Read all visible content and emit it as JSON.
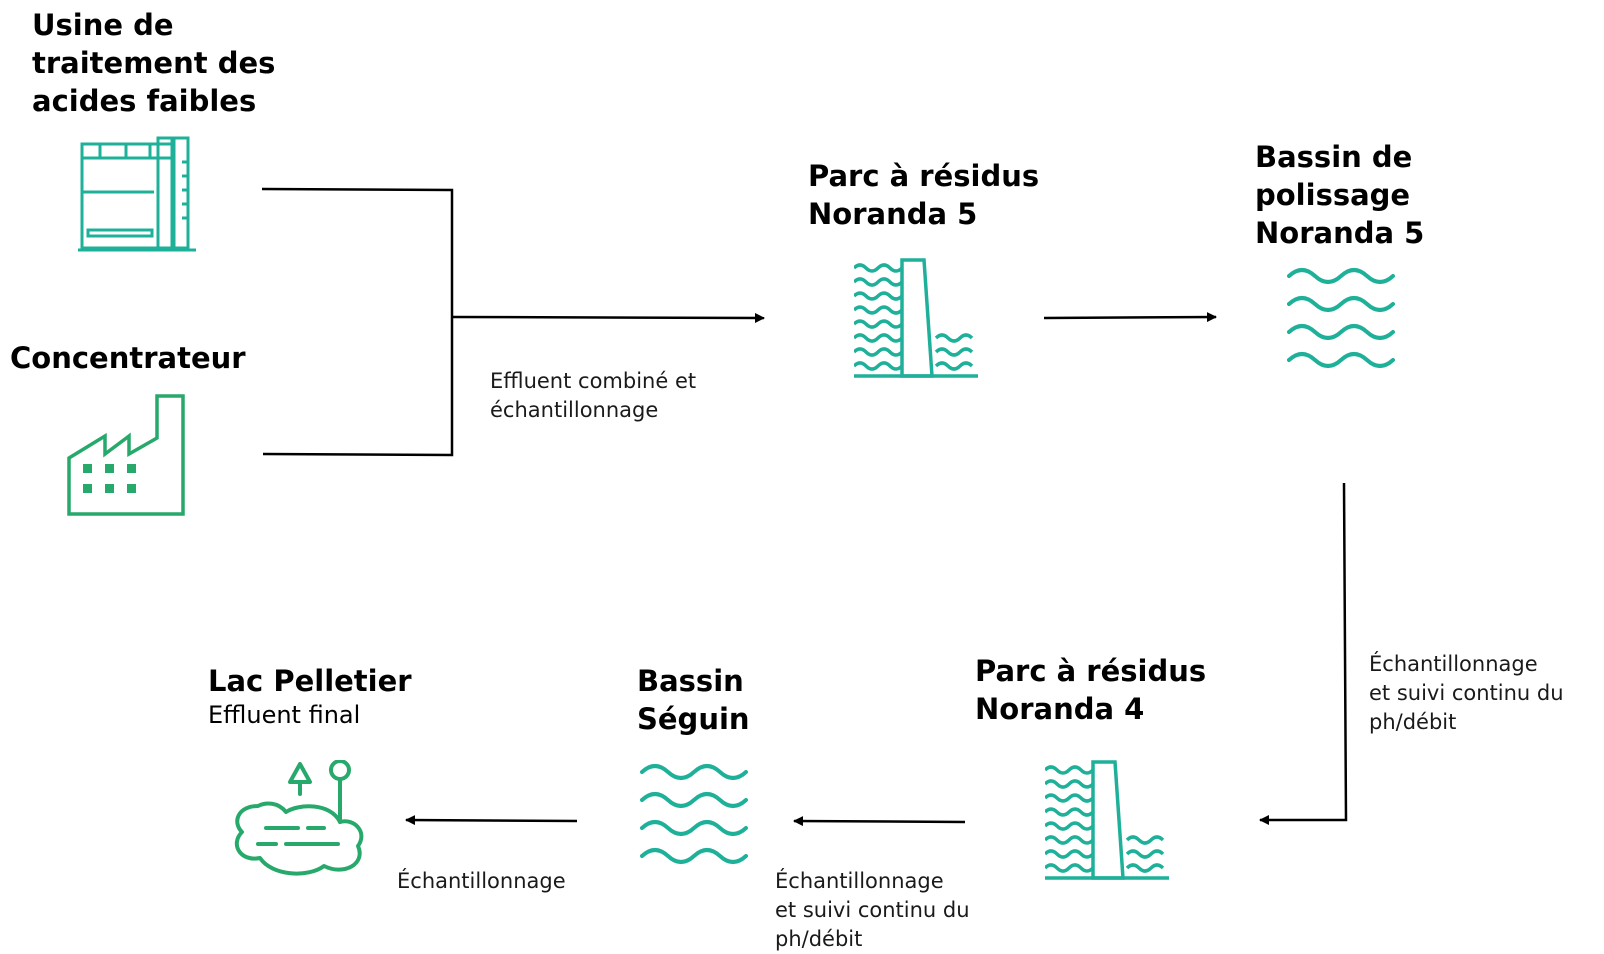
{
  "colors": {
    "icon_teal": "#1fb09a",
    "icon_green": "#27a96b",
    "line": "#000000"
  },
  "nodes": {
    "acid_plant": {
      "title": "Usine de\ntraitement des\nacides faibles",
      "icon": "storage-tank-icon"
    },
    "concentrator": {
      "title": "Concentrateur",
      "icon": "factory-icon"
    },
    "tailings_n5": {
      "title": "Parc à résidus\nNoranda 5",
      "icon": "dam-icon"
    },
    "polishing_n5": {
      "title": "Bassin de\npolissage\nNoranda 5",
      "icon": "water-waves-icon"
    },
    "tailings_n4": {
      "title": "Parc à résidus\nNoranda 4",
      "icon": "dam-icon"
    },
    "seguin": {
      "title": "Bassin\nSéguin",
      "icon": "water-waves-icon"
    },
    "pelletier": {
      "title": "Lac Pelletier",
      "subtitle": "Effluent final",
      "icon": "lake-icon"
    }
  },
  "edges": {
    "combined": {
      "label": "Effluent combiné et\néchantillonnage"
    },
    "polishing_to_n4": {
      "label": "Échantillonnage\net  suivi continu du\nph/débit"
    },
    "n4_to_seguin": {
      "label": "Échantillonnage\net  suivi continu du\nph/débit"
    },
    "seguin_to_pelletier": {
      "label": "Échantillonnage"
    }
  }
}
